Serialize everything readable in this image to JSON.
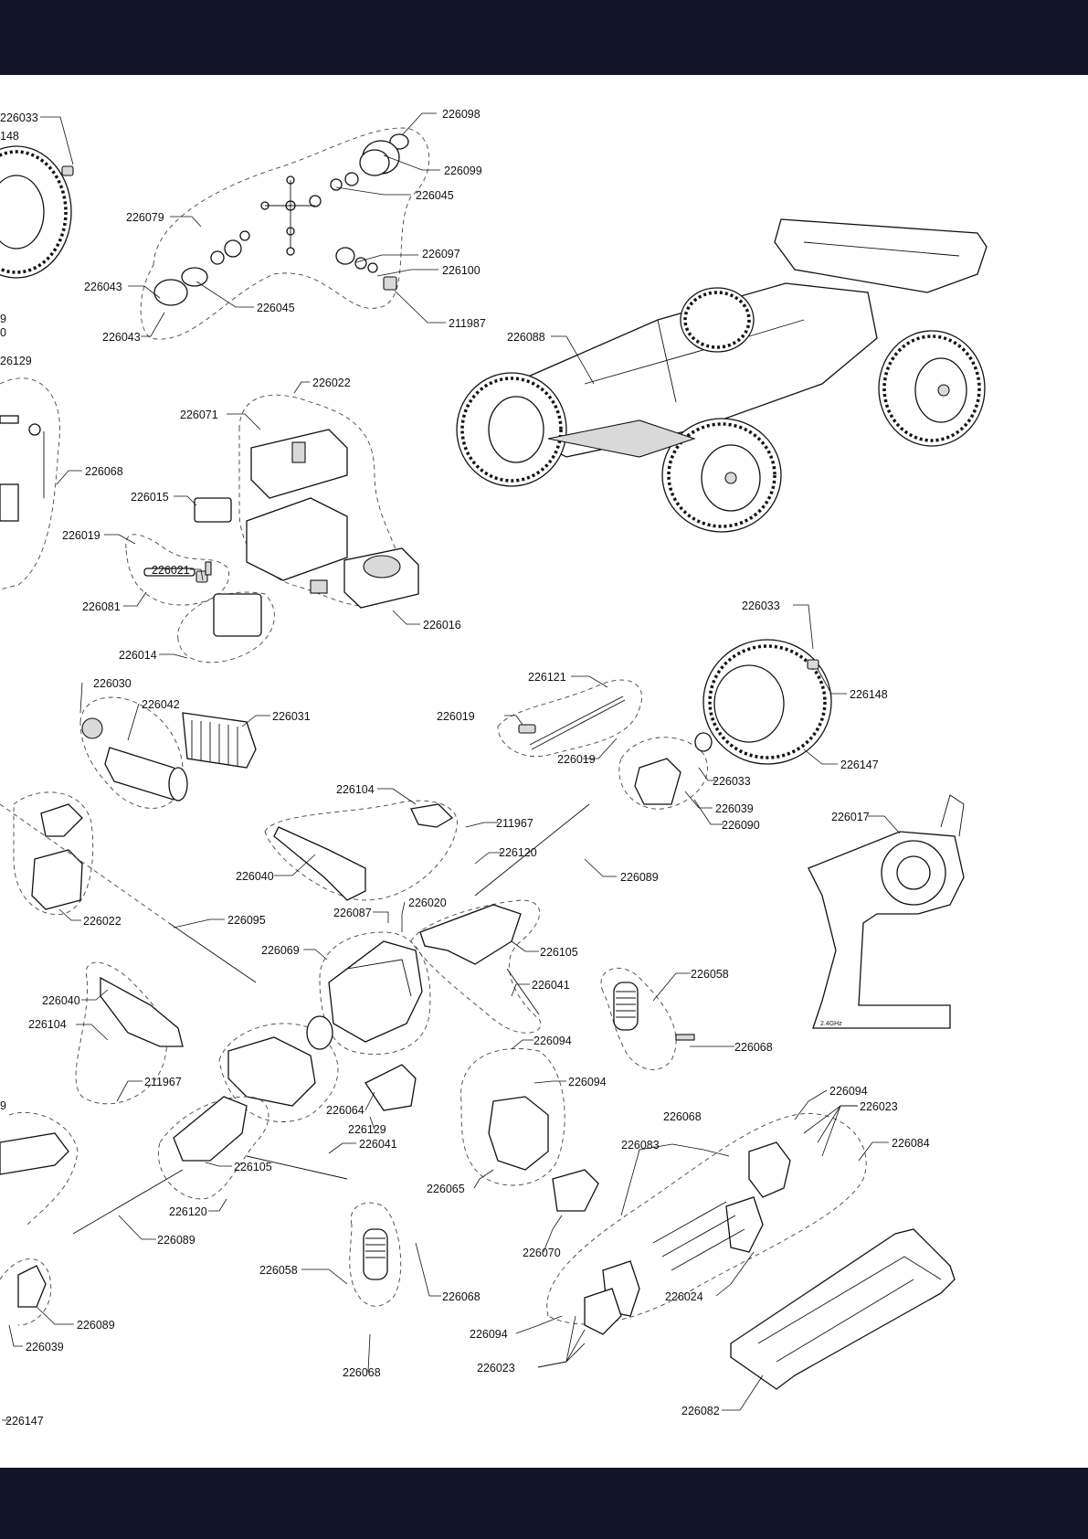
{
  "labels": [
    {
      "id": "l1",
      "text": "226033"
    },
    {
      "id": "l2",
      "text": "148"
    },
    {
      "id": "l3",
      "text": "226098"
    },
    {
      "id": "l4",
      "text": "226099"
    },
    {
      "id": "l5",
      "text": "226045"
    },
    {
      "id": "l6",
      "text": "226079"
    },
    {
      "id": "l7",
      "text": "226097"
    },
    {
      "id": "l8",
      "text": "226100"
    },
    {
      "id": "l9",
      "text": "226043"
    },
    {
      "id": "l10",
      "text": "226045"
    },
    {
      "id": "l11",
      "text": "211987"
    },
    {
      "id": "l12",
      "text": "226043"
    },
    {
      "id": "l13",
      "text": "9"
    },
    {
      "id": "l14",
      "text": "0"
    },
    {
      "id": "l15",
      "text": "26129"
    },
    {
      "id": "l16",
      "text": "226022"
    },
    {
      "id": "l17",
      "text": "226071"
    },
    {
      "id": "l18",
      "text": "226088"
    },
    {
      "id": "l19",
      "text": "226068"
    },
    {
      "id": "l20",
      "text": "226015"
    },
    {
      "id": "l21",
      "text": "226019"
    },
    {
      "id": "l22",
      "text": "226021"
    },
    {
      "id": "l23",
      "text": "226081"
    },
    {
      "id": "l24",
      "text": "226016"
    },
    {
      "id": "l25",
      "text": "226014"
    },
    {
      "id": "l26",
      "text": "226033"
    },
    {
      "id": "l27",
      "text": "226030"
    },
    {
      "id": "l28",
      "text": "226042"
    },
    {
      "id": "l29",
      "text": "226031"
    },
    {
      "id": "l30",
      "text": "226121"
    },
    {
      "id": "l31",
      "text": "226148"
    },
    {
      "id": "l32",
      "text": "226019"
    },
    {
      "id": "l33",
      "text": "226019"
    },
    {
      "id": "l34",
      "text": "226147"
    },
    {
      "id": "l35",
      "text": "226033"
    },
    {
      "id": "l36",
      "text": "226104"
    },
    {
      "id": "l37",
      "text": "211967"
    },
    {
      "id": "l38",
      "text": "226039"
    },
    {
      "id": "l39",
      "text": "226090"
    },
    {
      "id": "l40",
      "text": "226017"
    },
    {
      "id": "l41",
      "text": "226120"
    },
    {
      "id": "l42",
      "text": "226040"
    },
    {
      "id": "l43",
      "text": "226089"
    },
    {
      "id": "l44",
      "text": "226022"
    },
    {
      "id": "l45",
      "text": "226095"
    },
    {
      "id": "l46",
      "text": "226087"
    },
    {
      "id": "l47",
      "text": "226020"
    },
    {
      "id": "l48",
      "text": "226069"
    },
    {
      "id": "l49",
      "text": "226105"
    },
    {
      "id": "l50",
      "text": "226058"
    },
    {
      "id": "l51",
      "text": "226041"
    },
    {
      "id": "l52",
      "text": "226040"
    },
    {
      "id": "l53",
      "text": "226104"
    },
    {
      "id": "l54",
      "text": "226094"
    },
    {
      "id": "l55",
      "text": "226068"
    },
    {
      "id": "l56",
      "text": "226094"
    },
    {
      "id": "l57",
      "text": "211967"
    },
    {
      "id": "l58",
      "text": "9"
    },
    {
      "id": "l59",
      "text": "226064"
    },
    {
      "id": "l60",
      "text": "226068"
    },
    {
      "id": "l61",
      "text": "226094"
    },
    {
      "id": "l62",
      "text": "226023"
    },
    {
      "id": "l63",
      "text": "226129"
    },
    {
      "id": "l64",
      "text": "226041"
    },
    {
      "id": "l65",
      "text": "226083"
    },
    {
      "id": "l66",
      "text": "226084"
    },
    {
      "id": "l67",
      "text": "226105"
    },
    {
      "id": "l68",
      "text": "226065"
    },
    {
      "id": "l69",
      "text": "226120"
    },
    {
      "id": "l70",
      "text": "226070"
    },
    {
      "id": "l71",
      "text": "226089"
    },
    {
      "id": "l72",
      "text": "226058"
    },
    {
      "id": "l73",
      "text": "226068"
    },
    {
      "id": "l74",
      "text": "226024"
    },
    {
      "id": "l75",
      "text": "226089"
    },
    {
      "id": "l76",
      "text": "226094"
    },
    {
      "id": "l77",
      "text": "226039"
    },
    {
      "id": "l78",
      "text": "226023"
    },
    {
      "id": "l79",
      "text": "226068"
    },
    {
      "id": "l80",
      "text": "226082"
    },
    {
      "id": "l81",
      "text": "226147"
    }
  ],
  "transmitter_badge": "2.4GHz"
}
